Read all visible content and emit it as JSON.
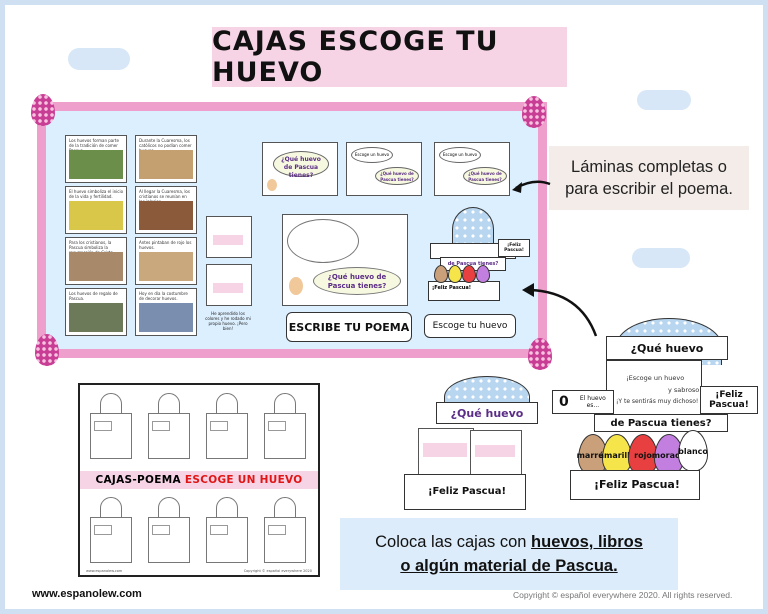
{
  "header": {
    "title": "CAJAS ESCOGE TU HUEVO"
  },
  "board": {
    "slides": [
      "Los huevos forman parte de la tradición de comer Pascua.",
      "Durante la Cuaresma, los católicos no podían comer huevos.",
      "El huevo simboliza el inicio de la vida y fertilidad.",
      "Al llegar la Cuaresma, los cristianos se reunían en las iglesias.",
      "Para los cristianos, la Pascua simboliza la resurrección de Cristo.",
      "Antes pintaban de rojo los huevos.",
      "Los huevos de regalo de Pascua.",
      "Hoy en día la costumbre de decorar huevos."
    ],
    "mini_caption": "He aprendido los colores y he rodado mi propio huevo. ¡Pero bien!",
    "poem_slides": [
      {
        "line1": "¿Qué huevo",
        "line2": "de Pascua tienes?"
      },
      {
        "line1": "Escoge un huevo",
        "line2": "¿Qué huevo de Pascua tienes?"
      },
      {
        "line1": "Escoge un huevo",
        "line2": "¿Qué huevo de Pascua tienes?"
      }
    ],
    "big_slide": {
      "line1": "¿Qué huevo de",
      "line2": "Pascua tienes?"
    },
    "btn_poem": "ESCRIBE TU POEMA",
    "btn_escoge": "Escoge tu huevo",
    "box_small": {
      "top": "de Pascua tienes?",
      "bottom": "¡Feliz Pascua!",
      "tab": "¡Feliz Pascua!"
    }
  },
  "callout": {
    "line1": "Láminas completas o",
    "line2": "para escribir el poema."
  },
  "sheet": {
    "band_black": "CAJAS-POEMA ",
    "band_red": "ESCOGE UN HUEVO",
    "footer_left": "www.espanolew.com",
    "footer_right": "Copyright © español everywhere 2020"
  },
  "box_left": {
    "question": "¿Qué huevo",
    "bottom": "¡Feliz Pascua!"
  },
  "box_right": {
    "question": "¿Qué huevo",
    "escoge": "¡Escoge un huevo",
    "sabroso": "y sabroso",
    "sentiria": "¡Y te sentirás muy dichoso!",
    "pascua": "de Pascua tienes?",
    "feliz": "¡Feliz Pascua!",
    "tab_right": "¡Feliz Pascua!",
    "left_tab_text": "El huevo es...",
    "eggs": [
      {
        "label": "marrón",
        "color": "#c9a07a"
      },
      {
        "label": "amarillo",
        "color": "#f5e44a"
      },
      {
        "label": "rojo",
        "color": "#e84040"
      },
      {
        "label": "morado",
        "color": "#c27fe0"
      },
      {
        "label": "blanco",
        "color": "#ffffff"
      }
    ]
  },
  "bottom_note": {
    "prefix": "Coloca las cajas con ",
    "bold1": "huevos, libros",
    "bold2": "o algún material de Pascua."
  },
  "footer": {
    "site": "www.espanolew.com",
    "copyright": "Copyright © español everywhere 2020. All rights reserved."
  },
  "colors": {
    "pink": "#ee9fcb",
    "magenta": "#c83e95",
    "sky": "#dcefff",
    "title_bg": "#f6d4e6",
    "red": "#e01515"
  }
}
